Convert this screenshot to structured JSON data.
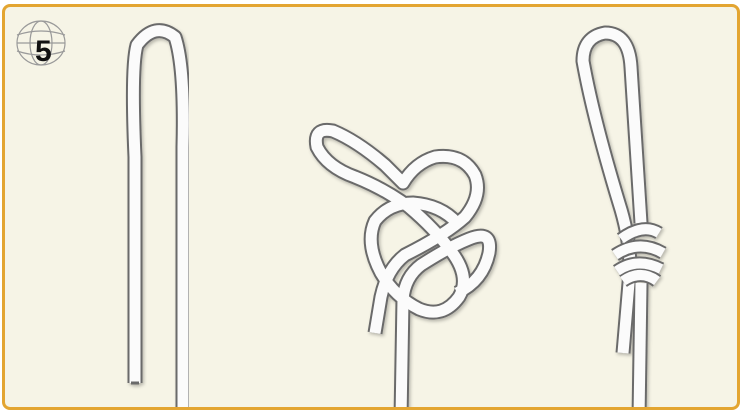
{
  "step": {
    "number": "5"
  },
  "colors": {
    "frame_border": "#e3a531",
    "background": "#f6f4e6",
    "rope_fill": "#fbfbfb",
    "rope_outline": "#6b6b6b",
    "step_text": "#111111",
    "globe_lines": "#9a9a9a"
  },
  "figures": [
    {
      "id": "rope-bight",
      "icon": "rope-bight-icon"
    },
    {
      "id": "loose-knot",
      "icon": "figure-eight-loose-icon"
    },
    {
      "id": "tightened-knot",
      "icon": "figure-eight-tight-icon"
    }
  ]
}
